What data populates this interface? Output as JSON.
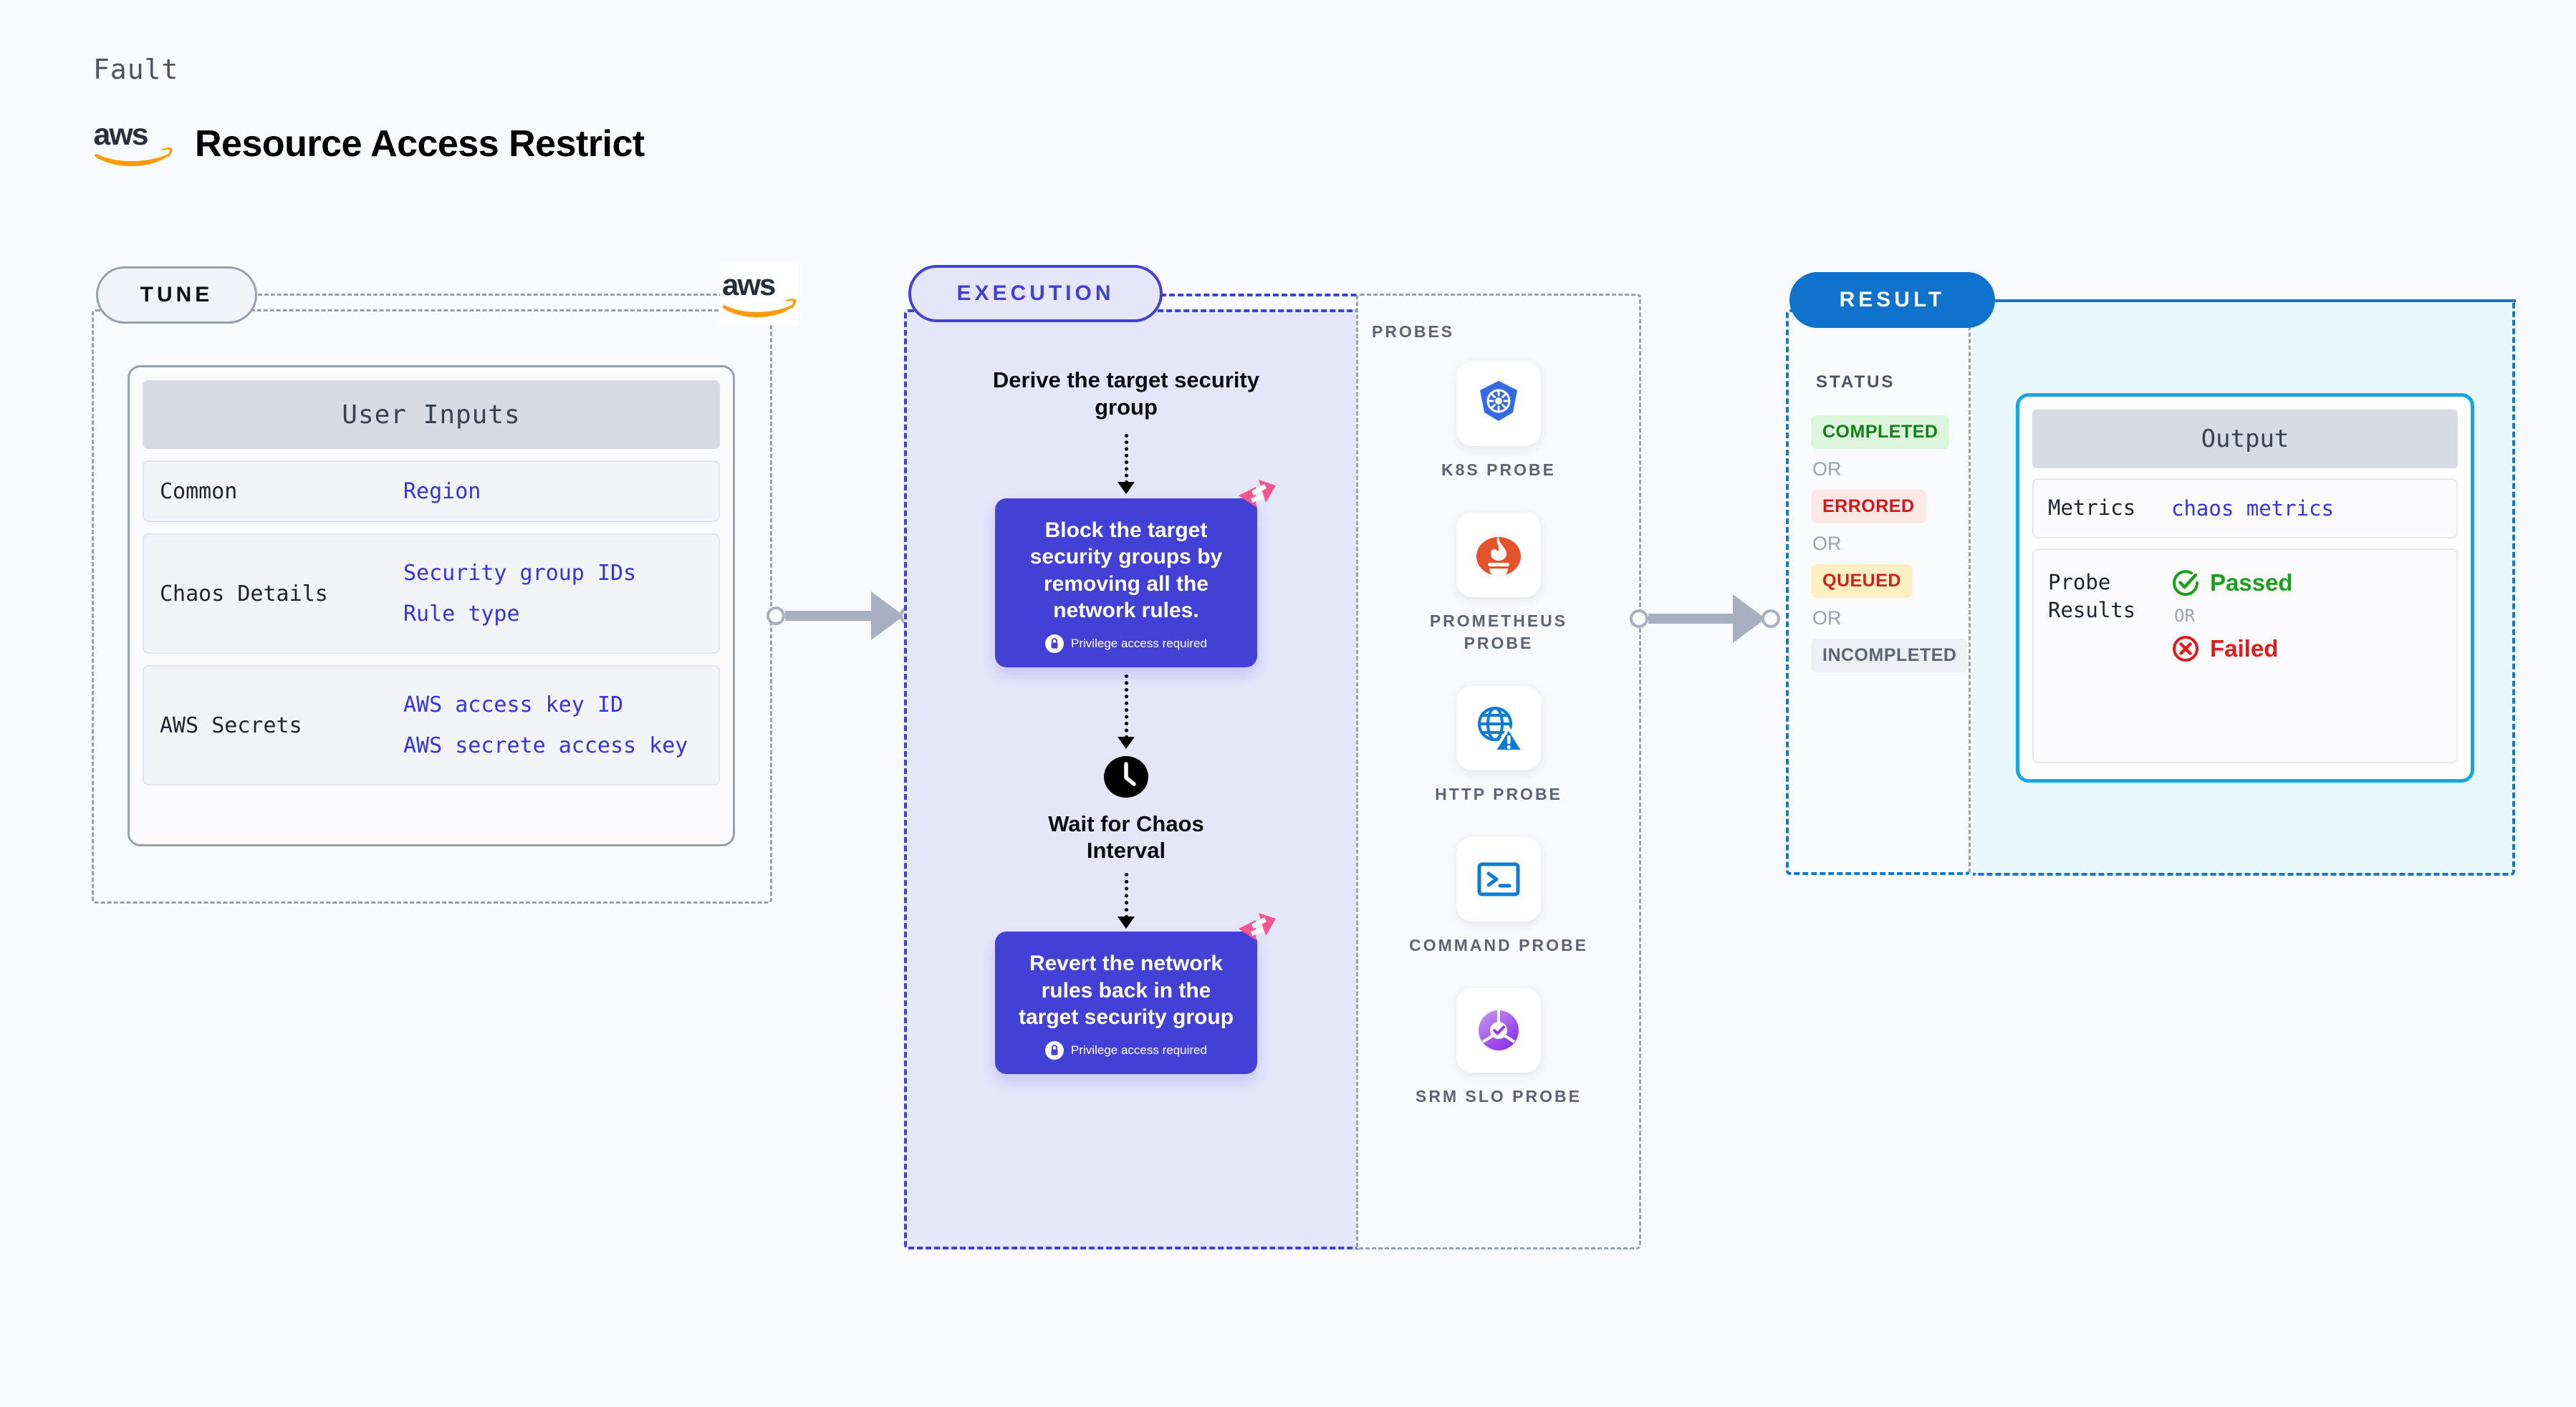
{
  "header": {
    "eyebrow": "Fault",
    "title": "Resource Access Restrict",
    "logo_icon": "aws-logo-icon"
  },
  "tune": {
    "badge": "TUNE",
    "provider_icon": "aws-logo-icon",
    "card": {
      "title": "User Inputs",
      "rows": [
        {
          "key": "Common",
          "values": [
            "Region"
          ]
        },
        {
          "key": "Chaos Details",
          "values": [
            "Security group IDs",
            "Rule type"
          ]
        },
        {
          "key": "AWS Secrets",
          "values": [
            "AWS access key ID",
            "AWS secrete access key"
          ]
        }
      ]
    }
  },
  "execution": {
    "badge": "EXECUTION",
    "steps": {
      "derive": "Derive the target security group",
      "block": {
        "title": "Block the target security groups by removing all the network rules.",
        "privilege": "Privilege access required",
        "lock_icon": "lock-icon",
        "brand_icon": "harness-logo-icon"
      },
      "wait": {
        "label": "Wait for Chaos Interval",
        "icon": "clock-icon"
      },
      "revert": {
        "title": "Revert the network rules back in the target security group",
        "privilege": "Privilege access required",
        "lock_icon": "lock-icon",
        "brand_icon": "harness-logo-icon"
      }
    }
  },
  "probes": {
    "title": "PROBES",
    "items": [
      {
        "label": "K8S PROBE",
        "icon": "kubernetes-icon"
      },
      {
        "label": "PROMETHEUS PROBE",
        "icon": "prometheus-icon"
      },
      {
        "label": "HTTP PROBE",
        "icon": "http-globe-warning-icon"
      },
      {
        "label": "COMMAND PROBE",
        "icon": "terminal-icon"
      },
      {
        "label": "SRM SLO PROBE",
        "icon": "srm-slo-icon"
      }
    ]
  },
  "result": {
    "badge": "RESULT",
    "status_title": "STATUS",
    "or_label": "OR",
    "statuses": [
      {
        "label": "COMPLETED",
        "bg": "#dcf5dc",
        "fg": "#13801a"
      },
      {
        "label": "ERRORED",
        "bg": "#fde8e8",
        "fg": "#d01818"
      },
      {
        "label": "QUEUED",
        "bg": "#fdefc4",
        "fg": "#cc2222"
      },
      {
        "label": "INCOMPLETED",
        "bg": "#eef0f5",
        "fg": "#5c6475"
      }
    ],
    "output": {
      "title": "Output",
      "metrics_key": "Metrics",
      "metrics_value": "chaos metrics",
      "probe_key": "Probe Results",
      "passed_label": "Passed",
      "passed_icon": "check-circle-icon",
      "failed_label": "Failed",
      "failed_icon": "x-circle-icon",
      "or_label": "OR"
    }
  },
  "colors": {
    "accent_execution": "#4340d6",
    "accent_result": "#1279d0",
    "accent_output_border": "#15a8e0",
    "brand_pink": "#f7558f",
    "aws_orange": "#ff9900",
    "link_blue": "#3633e0",
    "page_bg": "#f9fafd"
  }
}
